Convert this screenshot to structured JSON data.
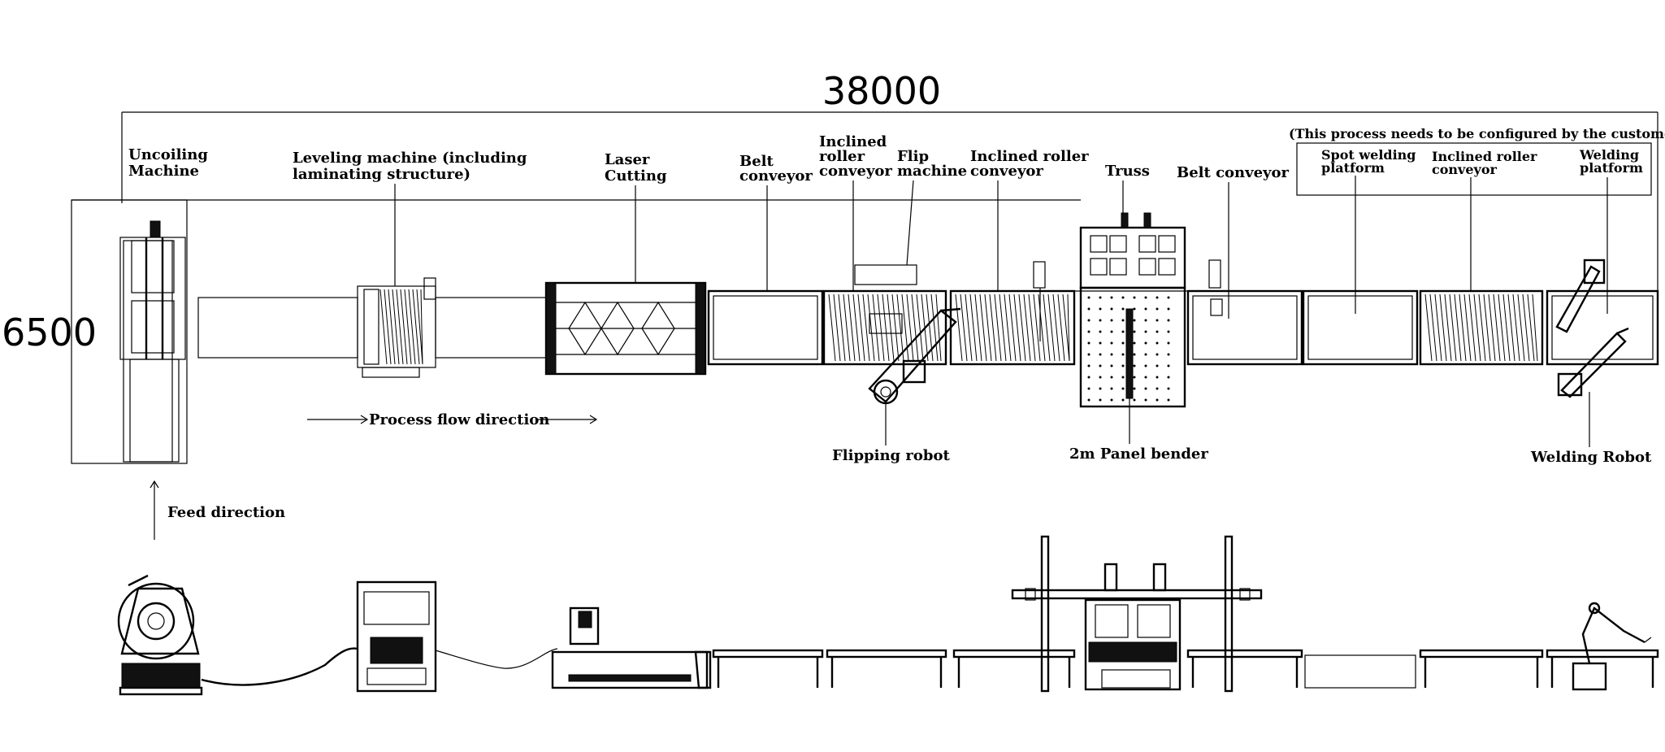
{
  "dimensions": {
    "length": "38000",
    "width": "6500"
  },
  "labels": {
    "uncoiling_1": "Uncoiling",
    "uncoiling_2": "Machine",
    "leveling_1": "Leveling machine (including",
    "leveling_2": "laminating structure)",
    "laser_1": "Laser",
    "laser_2": "Cutting",
    "belt1_1": "Belt",
    "belt1_2": "conveyor",
    "incl1_1": "Inclined",
    "incl1_2": "roller",
    "incl1_3": "conveyor",
    "flip_1": "Flip",
    "flip_2": "machine",
    "incl2_1": "Inclined roller",
    "incl2_2": "conveyor",
    "truss": "Truss",
    "belt2": "Belt conveyor",
    "customer_note": "(This process needs to be configured by the customer)",
    "spot_1": "Spot welding",
    "spot_2": "platform",
    "incl3_1": "Inclined roller",
    "incl3_2": "conveyor",
    "weldplat_1": "Welding",
    "weldplat_2": "platform",
    "process_flow": "Process flow direction",
    "flipping_robot": "Flipping robot",
    "panel_bender": "2m Panel bender",
    "welding_robot": "Welding Robot",
    "feed_direction": "Feed direction"
  }
}
